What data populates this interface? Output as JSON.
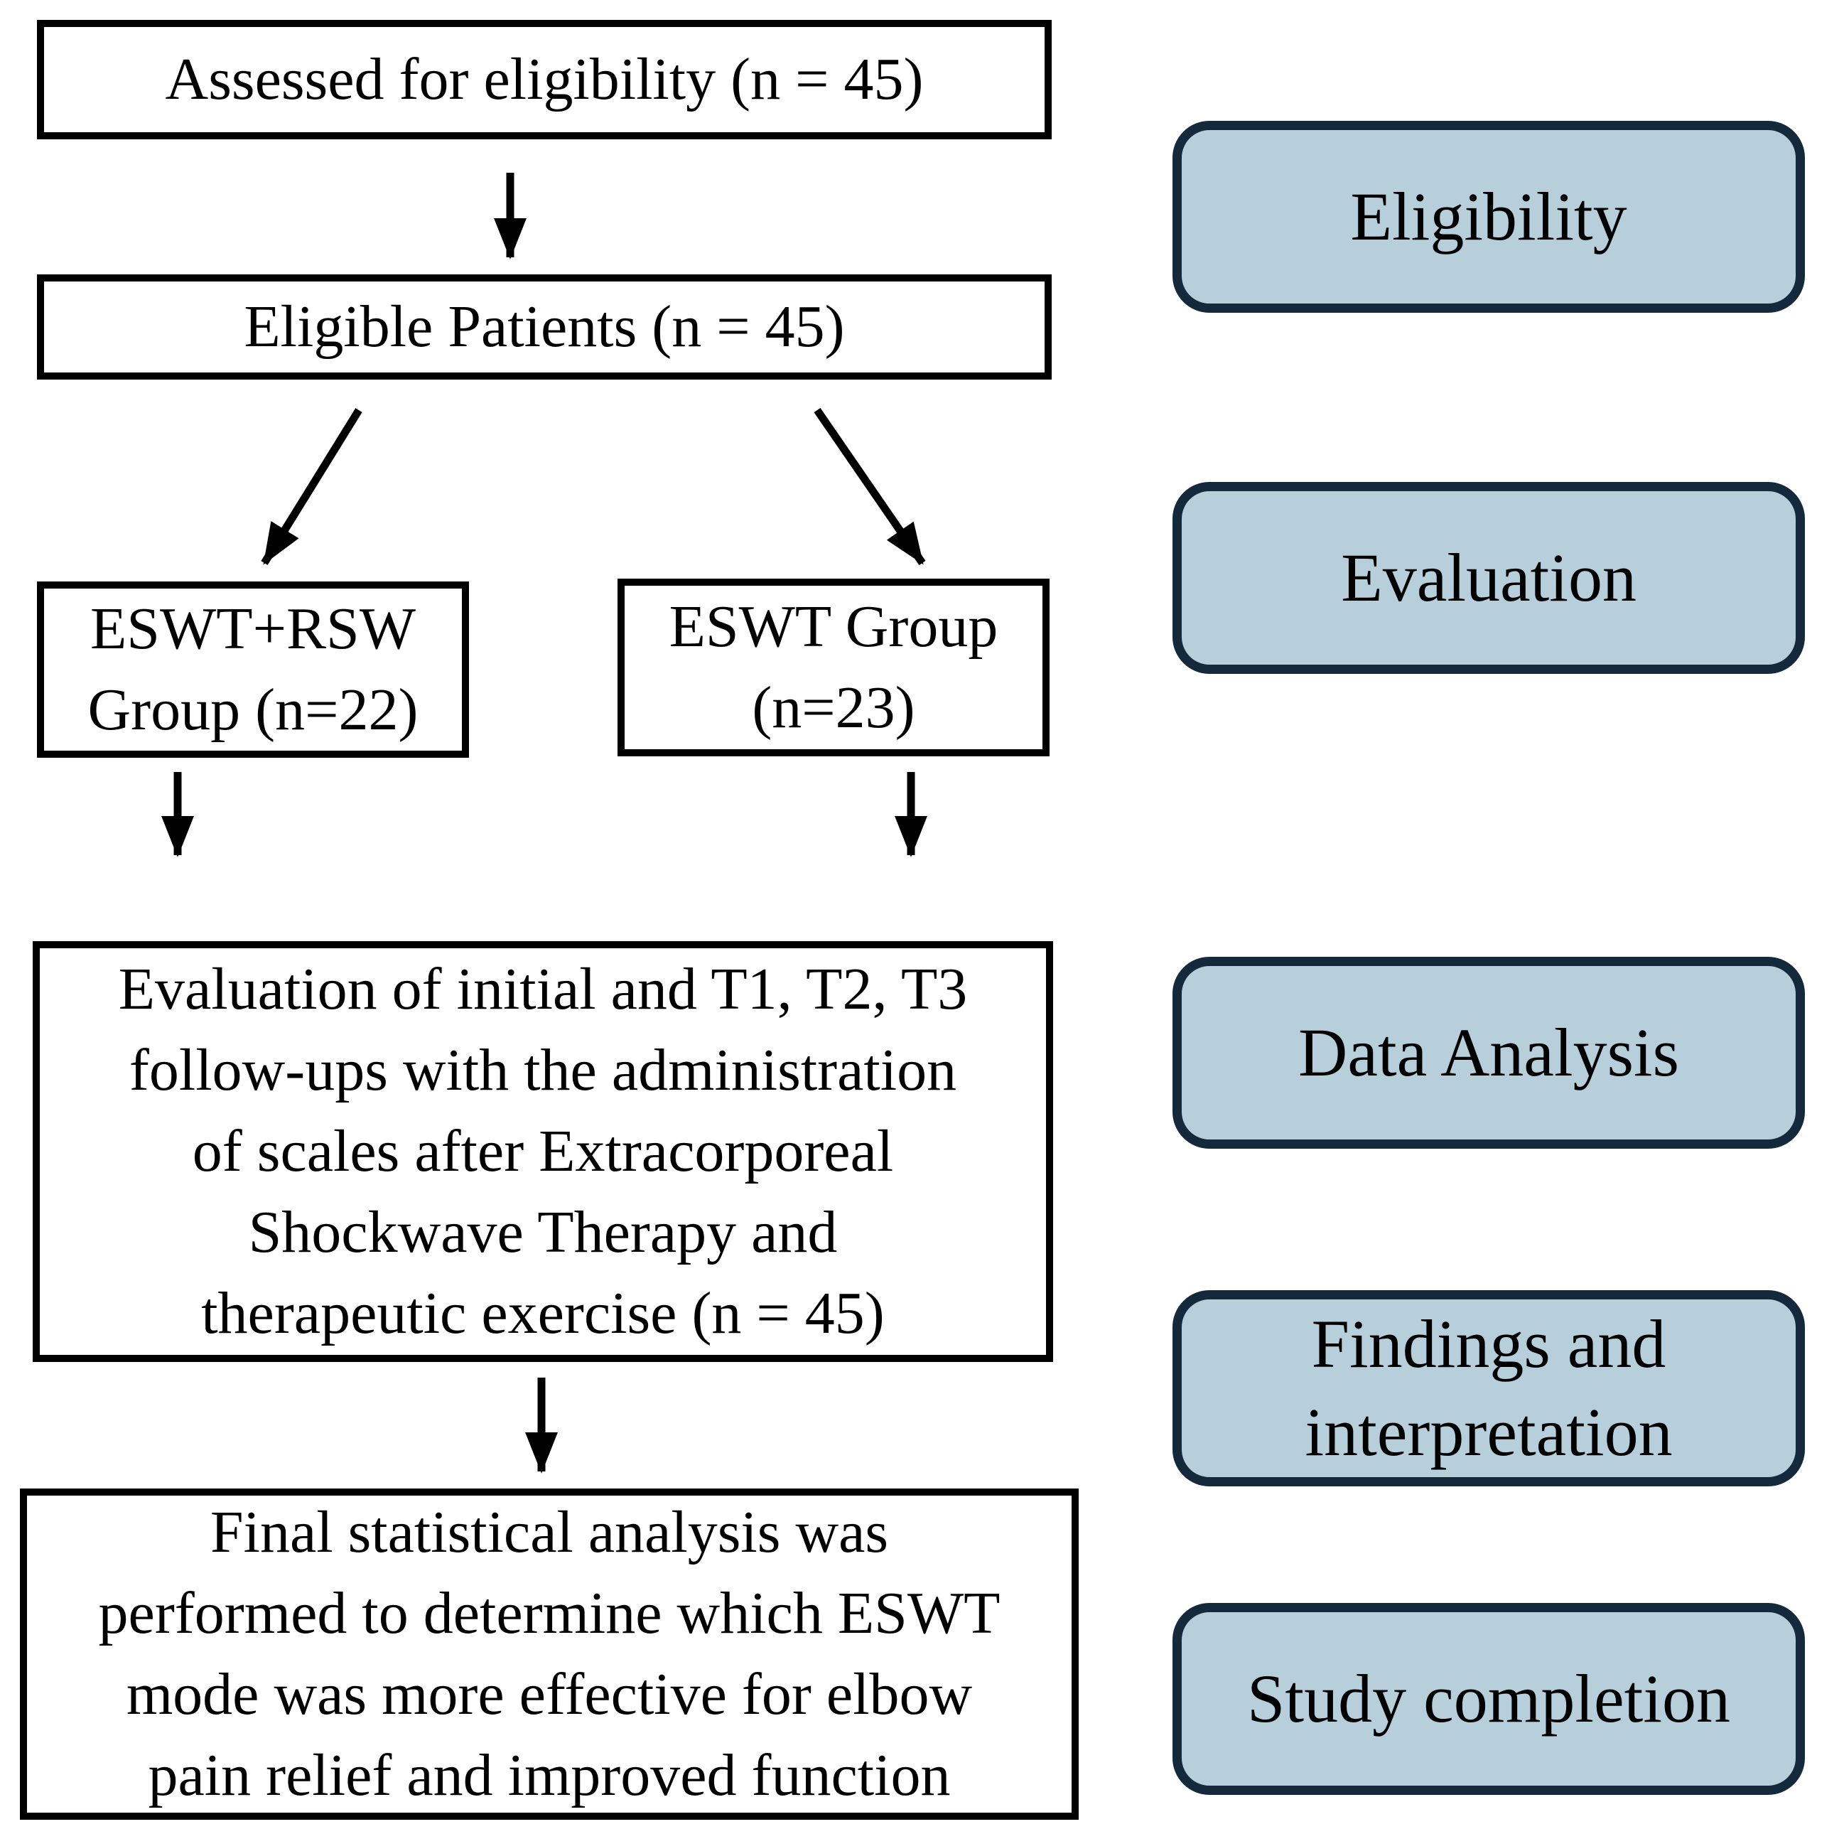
{
  "figure": {
    "type": "flow-diagram",
    "flow_boxes": [
      {
        "name": "assessed",
        "lines": [
          "Assessed for eligibility (n = 45)"
        ]
      },
      {
        "name": "eligible",
        "lines": [
          "Eligible Patients (n = 45)"
        ]
      },
      {
        "name": "eswt-rsw-group",
        "lines": [
          "ESWT+RSW",
          "Group (n=22)"
        ]
      },
      {
        "name": "eswt-group",
        "lines": [
          "ESWT Group",
          "(n=23)"
        ]
      },
      {
        "name": "followup-evaluation",
        "lines": [
          "Evaluation of initial and T1, T2, T3",
          "follow-ups with the administration",
          "of scales after Extracorporeal",
          "Shockwave Therapy and",
          "therapeutic exercise (n = 45)"
        ]
      },
      {
        "name": "final-analysis",
        "lines": [
          "Final statistical analysis was",
          "performed to determine which ESWT",
          "mode was more effective for elbow",
          "pain relief and improved function"
        ]
      }
    ],
    "stages": [
      {
        "name": "eligibility",
        "lines": [
          "Eligibility"
        ]
      },
      {
        "name": "evaluation",
        "lines": [
          "Evaluation"
        ]
      },
      {
        "name": "data-analysis",
        "lines": [
          "Data Analysis"
        ]
      },
      {
        "name": "findings",
        "lines": [
          "Findings and",
          "interpretation"
        ]
      },
      {
        "name": "study-completion",
        "lines": [
          "Study completion"
        ]
      }
    ],
    "colors": {
      "background": "#ffffff",
      "box_fill": "#ffffff",
      "box_border": "#000000",
      "stage_fill": "#b6cfda",
      "stage_border": "#14293c",
      "arrow": "#000000",
      "text": "#000000"
    }
  }
}
